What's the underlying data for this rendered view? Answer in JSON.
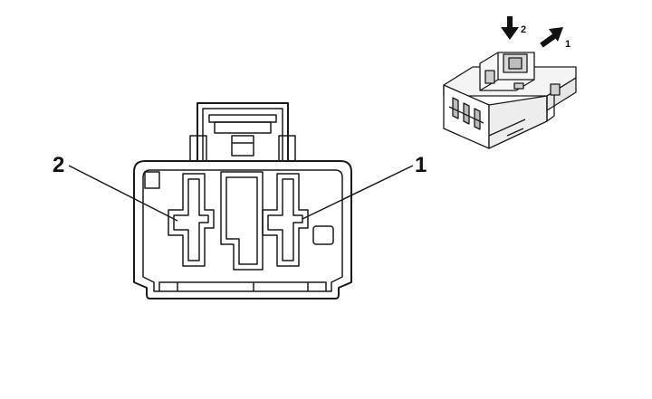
{
  "callouts": {
    "pin_left": "2",
    "pin_right": "1"
  },
  "detail": {
    "arrow_down_label": "2",
    "arrow_diag_label": "1"
  }
}
